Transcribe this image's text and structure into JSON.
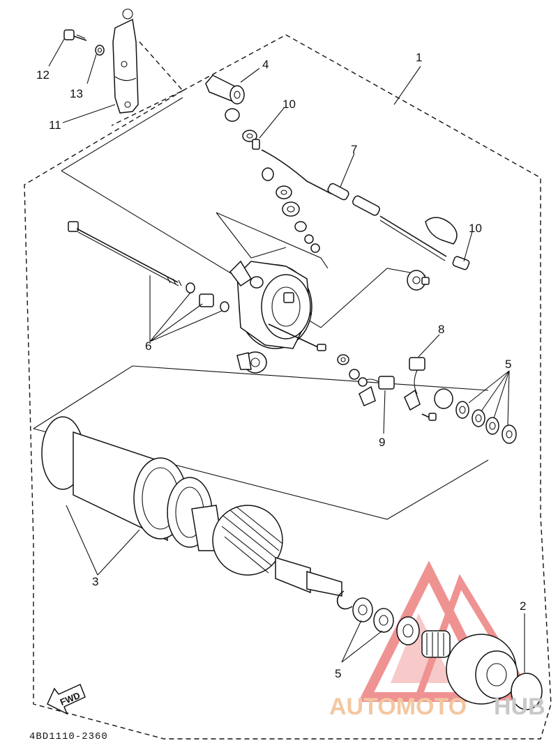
{
  "callouts": {
    "c1": "1",
    "c2": "2",
    "c3": "3",
    "c4": "4",
    "c5a": "5",
    "c5b": "5",
    "c6": "6",
    "c7": "7",
    "c8": "8",
    "c9": "9",
    "c10a": "10",
    "c10b": "10",
    "c11": "11",
    "c12": "12",
    "c13": "13"
  },
  "fwd_label": "FWD",
  "diagram_code": "4BD1110-2360",
  "watermark": {
    "part1": "AUTOMOTO",
    "part2": "HUB",
    "color1": "#f3c7a0",
    "color2": "#c8c8c8",
    "logo_color": "#e23a3a"
  }
}
